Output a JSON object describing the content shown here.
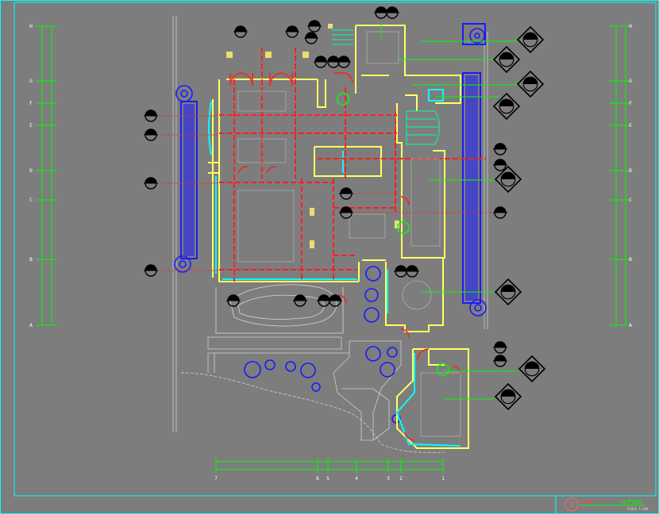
{
  "drawing": {
    "left_axis_labels": [
      "H",
      "G",
      "F",
      "E",
      "D",
      "C",
      "B",
      "A"
    ],
    "right_axis_labels": [
      "H",
      "G",
      "F",
      "E",
      "D",
      "C",
      "B",
      "A"
    ],
    "bottom_axis_labels": [
      "7",
      "6",
      "5",
      "4",
      "3",
      "2",
      "1"
    ],
    "title_block": {
      "sheet_number": "1",
      "plan_label": "PLAN",
      "title": "一层平面图",
      "scale": "SCALE 1:100"
    }
  },
  "colors": {
    "background": "#7d7d7d",
    "frame": "#00ffff",
    "wall_yellow": "#ffff66",
    "dim_green": "#00ff00",
    "ceiling_red": "#ff2020",
    "glass_cyan": "#00ffff",
    "planting_blue": "#1a1aff"
  }
}
